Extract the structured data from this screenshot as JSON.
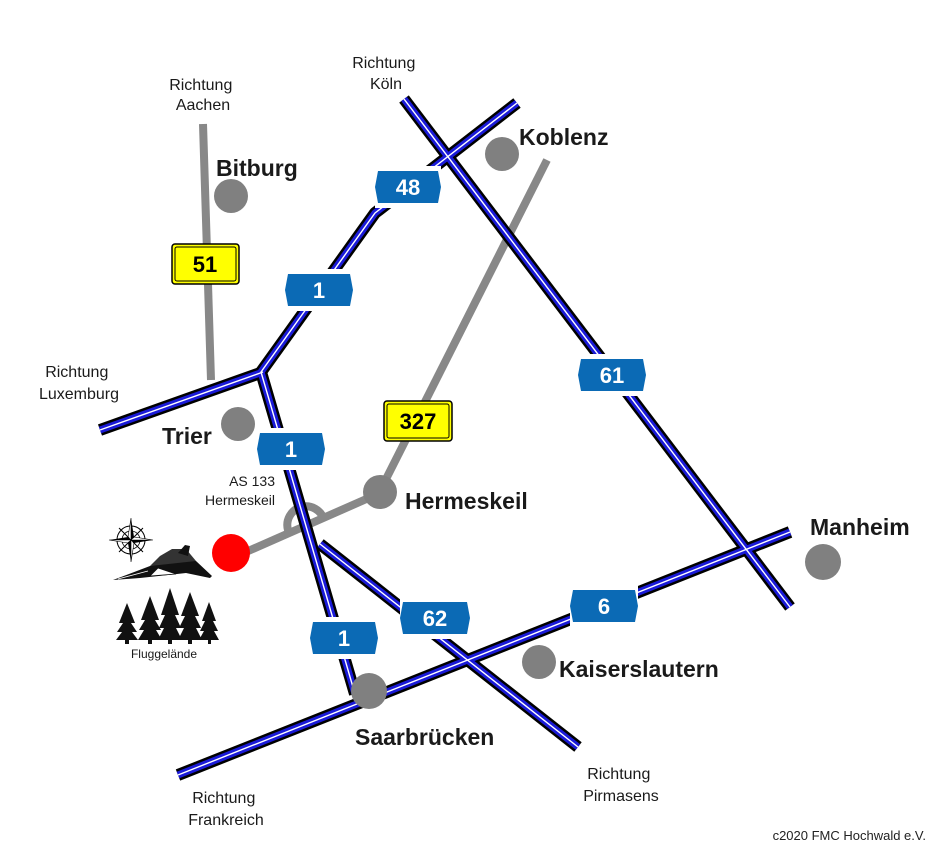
{
  "map": {
    "cities": {
      "bitburg": "Bitburg",
      "koblenz": "Koblenz",
      "trier": "Trier",
      "hermeskeil": "Hermeskeil",
      "manheim": "Manheim",
      "kaiserslautern": "Kaiserslautern",
      "saarbruecken": "Saarbrücken"
    },
    "directions": {
      "aachen": [
        "Richtung",
        "Aachen"
      ],
      "koeln": [
        "Richtung",
        "Köln"
      ],
      "luxemburg": [
        "Richtung",
        "Luxemburg"
      ],
      "frankreich": [
        "Richtung",
        "Frankreich"
      ],
      "pirmasens": [
        "Richtung",
        "Pirmasens"
      ]
    },
    "junction": [
      "AS 133",
      "Hermeskeil"
    ],
    "autobahn_shields": {
      "a48": "48",
      "a1_north": "1",
      "a1_mid": "1",
      "a1_south": "1",
      "a61": "61",
      "a62": "62",
      "a6": "6"
    },
    "bundesstrasse_shields": {
      "b51": "51",
      "b327": "327"
    },
    "airfield_label": "Fluggelände",
    "copyright": "c2020 FMC Hochwald e.V.",
    "colors": {
      "autobahn": "#1a1ad8",
      "autobahn_outline": "#000000",
      "autobahn_shield": "#0b6ab5",
      "bundesstrasse": "#888888",
      "bundesstrasse_shield": "#ffff00",
      "city_dot": "#808080",
      "airfield_marker": "#ff0000"
    },
    "icons": [
      "compass-rose-icon",
      "jet-aircraft-icon",
      "forest-icon"
    ]
  }
}
